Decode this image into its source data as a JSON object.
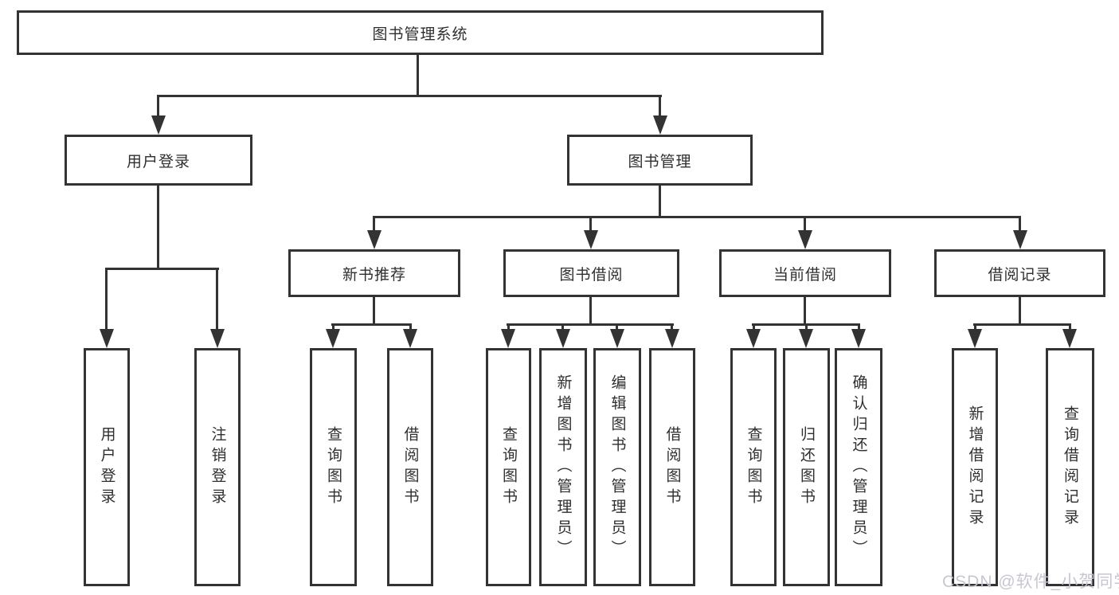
{
  "tree": {
    "label": "图书管理系统",
    "children": [
      {
        "label": "用户登录",
        "children": [
          {
            "label": "用户登录"
          },
          {
            "label": "注销登录"
          }
        ]
      },
      {
        "label": "图书管理",
        "children": [
          {
            "label": "新书推荐",
            "children": [
              {
                "label": "查询图书"
              },
              {
                "label": "借阅图书"
              }
            ]
          },
          {
            "label": "图书借阅",
            "children": [
              {
                "label": "查询图书"
              },
              {
                "label": "新增图书（管理员）"
              },
              {
                "label": "编辑图书（管理员）"
              },
              {
                "label": "借阅图书"
              }
            ]
          },
          {
            "label": "当前借阅",
            "children": [
              {
                "label": "查询图书"
              },
              {
                "label": "归还图书"
              },
              {
                "label": "确认归还（管理员）"
              }
            ]
          },
          {
            "label": "借阅记录",
            "children": [
              {
                "label": "新增借阅记录"
              },
              {
                "label": "查询借阅记录"
              }
            ]
          }
        ]
      }
    ]
  },
  "watermark": {
    "text": "CSDN @软件_小贺同学"
  },
  "colors": {
    "line": "#333333",
    "box_border": "#333333",
    "box_fill": "#ffffff",
    "text": "#2f2f2f",
    "watermark": "#c4c4d0",
    "background": "#ffffff"
  }
}
